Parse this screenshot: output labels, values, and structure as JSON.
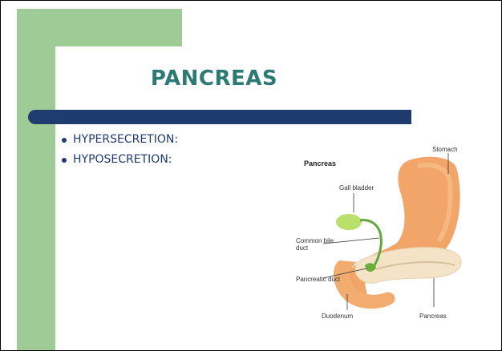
{
  "slide": {
    "title": "PANCREAS",
    "bullets": [
      "HYPERSECRETION:",
      "HYPOSECRETION:"
    ]
  },
  "figure": {
    "title": "Pancreas",
    "labels": {
      "stomach": "Stomach",
      "gall_bladder": "Gall bladder",
      "common_bile_duct_line1": "Common bile",
      "common_bile_duct_line2": "duct",
      "pancreatic_duct": "Pancreatic duct",
      "duodenum": "Duodenum",
      "pancreas": "Pancreas"
    }
  },
  "colors": {
    "green_accent": "#9fcc96",
    "blue_band": "#1f3c6e",
    "title": "#2c7a73",
    "bullet_text": "#1e3a70",
    "stomach": "#f0a060",
    "gall_bladder": "#b8e06a",
    "pancreas": "#f5e3c8"
  }
}
